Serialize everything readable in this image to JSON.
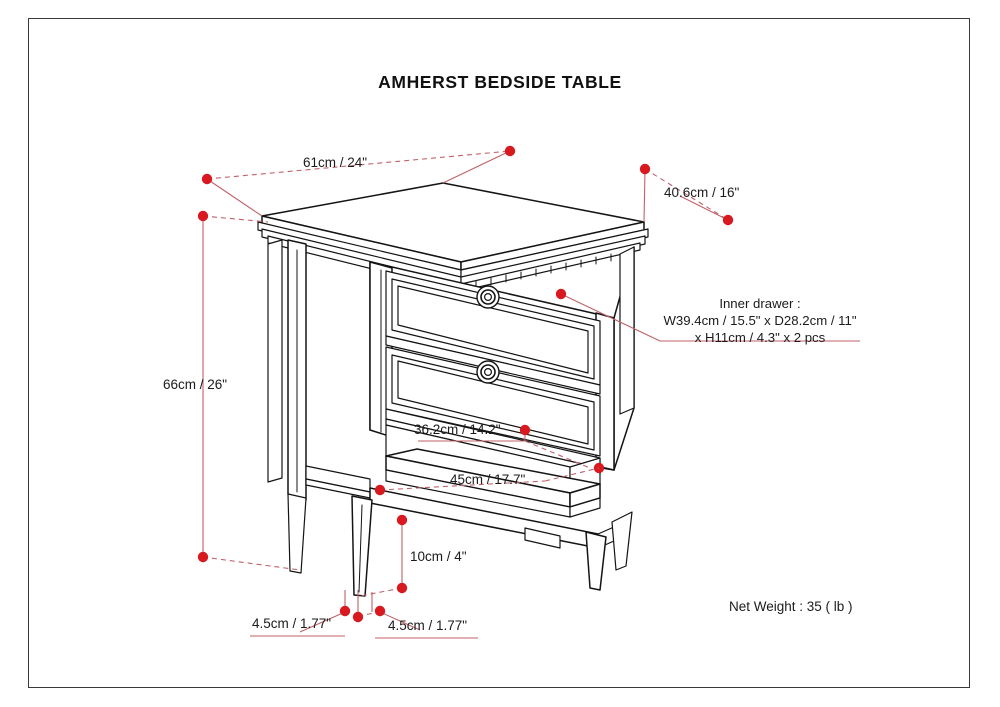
{
  "document": {
    "title": "AMHERST BEDSIDE TABLE",
    "product_type": "bedside-table-spec-drawing"
  },
  "colors": {
    "dot": "#d81920",
    "leader": "#c0626a",
    "outline": "#141414",
    "frame": "#3a3a3a",
    "text": "#1b1b1b"
  },
  "dimensions": {
    "width": "61cm / 24\"",
    "depth": "40.6cm / 16\"",
    "height": "66cm / 26\"",
    "shelf_height": "36.2cm / 14.2\"",
    "shelf_width": "45cm / 17.7\"",
    "leg_clearance": "10cm / 4\"",
    "leg_left": "4.5cm / 1.77\"",
    "leg_right": "4.5cm / 1.77\""
  },
  "inner_drawer": {
    "line1": "Inner drawer :",
    "line2": "W39.4cm / 15.5\" x D28.2cm / 11\"",
    "line3": "x H11cm / 4.3\" x 2 pcs"
  },
  "net_weight": {
    "label": "Net Weight : 35 ( lb )"
  }
}
